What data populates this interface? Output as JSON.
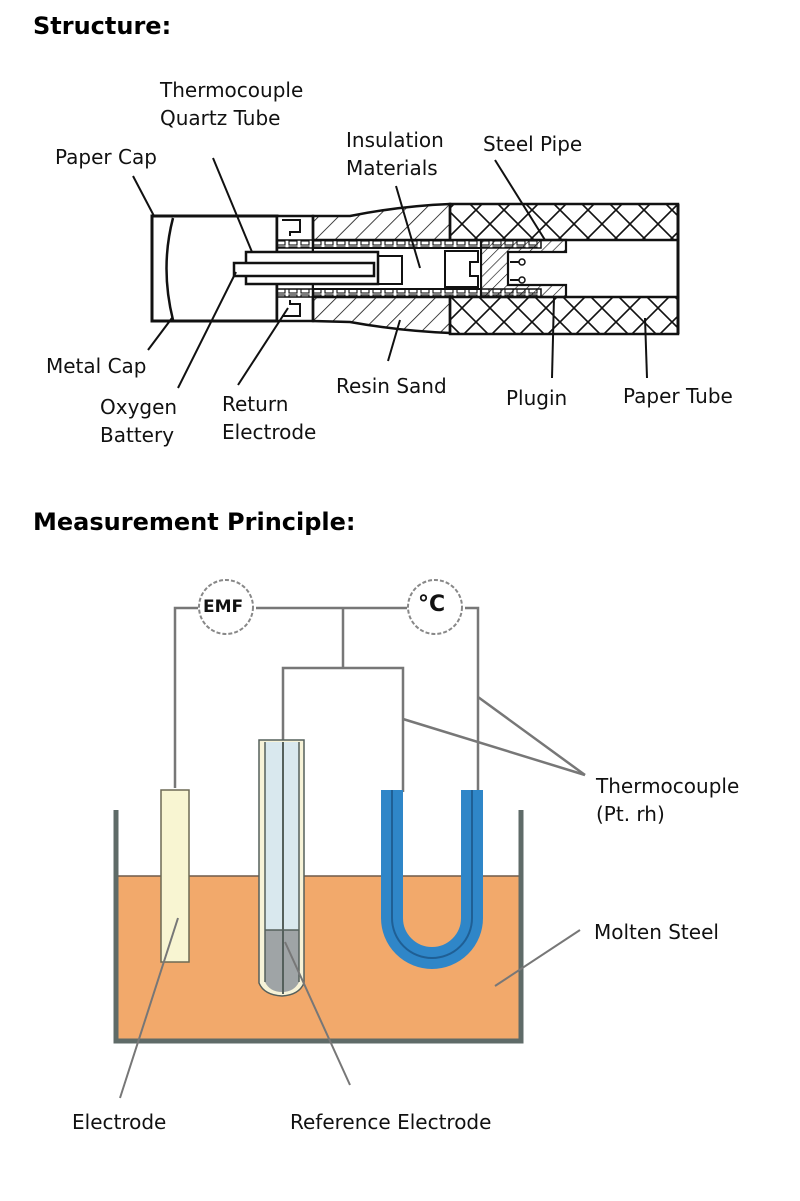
{
  "sections": {
    "structure": {
      "title": "Structure:",
      "labels": {
        "thermocouple_quartz_tube_1": "Thermocouple",
        "thermocouple_quartz_tube_2": "Quartz Tube",
        "paper_cap": "Paper Cap",
        "insulation_materials_1": "Insulation",
        "insulation_materials_2": "Materials",
        "steel_pipe": "Steel Pipe",
        "metal_cap": "Metal Cap",
        "oxygen_battery_1": "Oxygen",
        "oxygen_battery_2": "Battery",
        "return_electrode_1": "Return",
        "return_electrode_2": "Electrode",
        "resin_sand": "Resin Sand",
        "plugin": "Plugin",
        "paper_tube": "Paper Tube"
      }
    },
    "principle": {
      "title": "Measurement Principle:",
      "gauges": {
        "emf": "EMF",
        "temperature": "°C"
      },
      "labels": {
        "thermocouple_1": "Thermocouple",
        "thermocouple_2": "(Pt. rh)",
        "molten_steel": "Molten Steel",
        "electrode": "Electrode",
        "reference_electrode": "Reference Electrode"
      },
      "colors": {
        "molten_steel": "#f2a96b",
        "thermocouple": "#2f86c8",
        "electrode": "#f8f5d2",
        "reference_tube": "#d9e8ee",
        "reference_tip": "#9fa4a6",
        "wire": "#777777",
        "vessel": "#5f6b68"
      }
    }
  }
}
